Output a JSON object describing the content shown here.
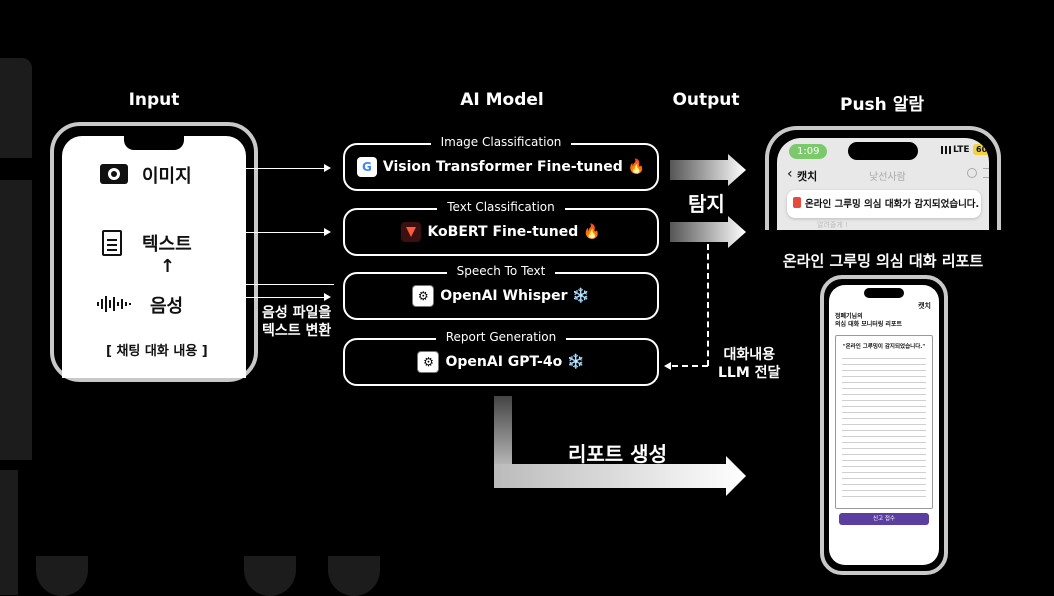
{
  "headers": {
    "input": "Input",
    "ai_model": "AI Model",
    "output": "Output",
    "push": "Push 알람"
  },
  "input_phone": {
    "image_label": "이미지",
    "text_label": "텍스트",
    "audio_label": "음성",
    "source_label": "[ 채팅 대화 내용 ]",
    "up_arrow": "↑"
  },
  "stt_note": {
    "line1": "음성 파일을",
    "line2": "텍스트 변환"
  },
  "models": [
    {
      "caption": "Image Classification",
      "name": "Vision Transformer Fine-tuned 🔥",
      "icon": "google-icon",
      "icon_text": "G"
    },
    {
      "caption": "Text Classification",
      "name": "KoBERT Fine-tuned 🔥",
      "icon": "kobert-icon",
      "icon_text": ""
    },
    {
      "caption": "Speech To Text",
      "name": "OpenAI Whisper ❄️",
      "icon": "openai-icon",
      "icon_text": "⚙"
    },
    {
      "caption": "Report Generation",
      "name": "OpenAI GPT-4o ❄️",
      "icon": "openai-icon",
      "icon_text": "⚙"
    }
  ],
  "detect_label": "탐지",
  "llm_note": {
    "line1": "대화내용",
    "line2": "LLM 전달"
  },
  "report_gen_label": "리포트 생성",
  "push_phone": {
    "time": "1:09",
    "signal": "LTE",
    "battery": "60",
    "app_name": "캣치",
    "contact": "낯선사람",
    "message": "온라인 그루밍 의심 대화가 감지되었습니다.",
    "sub": "알려줄게 !"
  },
  "report_title": "온라인 그루밍 의심 대화 리포트",
  "report_phone": {
    "app_name": "캣치",
    "heading1": "정폐기님의",
    "heading2": "의심 대화 모니터링 리포트",
    "quote": "\"온라인 그루밍이 감지되었습니다.\"",
    "button": "신고 접수"
  },
  "colors": {
    "accent_purple": "#5b3fa0",
    "green_pill": "#7bc96b",
    "google_blue": "#4285f4"
  }
}
